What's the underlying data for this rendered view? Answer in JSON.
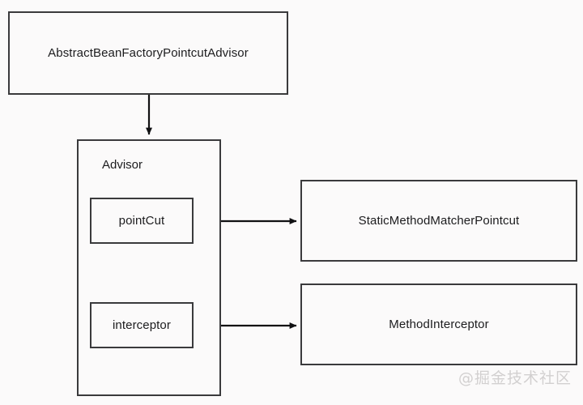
{
  "diagram": {
    "background_color": "#fbfafa",
    "stroke_color": "#3a3a3c",
    "text_color": "#1c1c1e",
    "nodes": {
      "abstract_advisor": {
        "label": "AbstractBeanFactoryPointcutAdvisor"
      },
      "advisor": {
        "label": "Advisor"
      },
      "point_cut": {
        "label": "pointCut"
      },
      "interceptor": {
        "label": "interceptor"
      },
      "static_method_matcher_pointcut": {
        "label": "StaticMethodMatcherPointcut"
      },
      "method_interceptor": {
        "label": "MethodInterceptor"
      }
    },
    "edges": [
      {
        "from": "abstract_advisor",
        "to": "advisor",
        "direction": "down",
        "arrowhead": "filled-triangle"
      },
      {
        "from": "point_cut",
        "to": "static_method_matcher_pointcut",
        "direction": "right",
        "arrowhead": "filled-triangle"
      },
      {
        "from": "interceptor",
        "to": "method_interceptor",
        "direction": "right",
        "arrowhead": "filled-triangle"
      }
    ]
  },
  "watermark": {
    "text": "@掘金技术社区",
    "color": "#d2d0d0"
  }
}
